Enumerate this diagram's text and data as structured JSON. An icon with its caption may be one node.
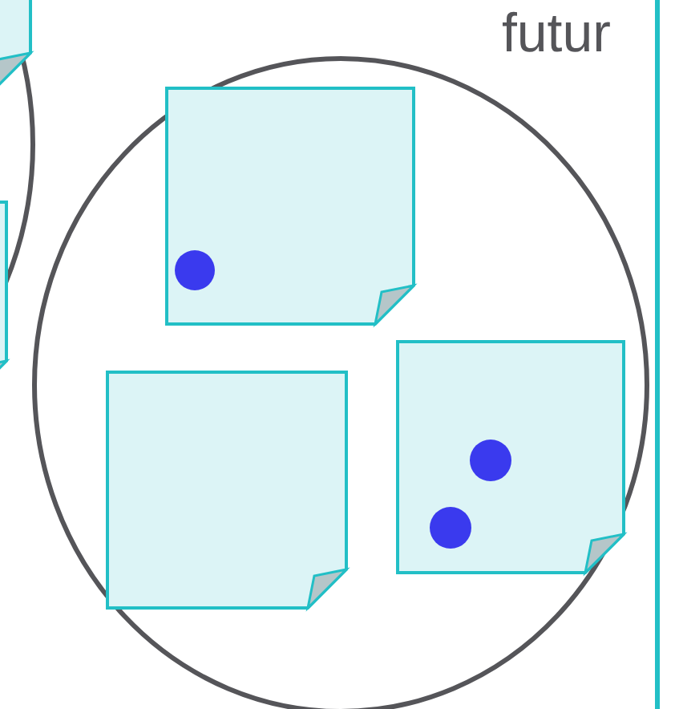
{
  "diagram": {
    "nodes": [
      {
        "text": [],
        "shape": "circle"
      },
      {
        "text": [],
        "shape": "box",
        "in": 0
      },
      {
        "text": [],
        "shape": "box",
        "in": 0
      },
      {
        "text": [],
        "shape": "circle"
      },
      {
        "text": [],
        "shape": "box",
        "in": 3
      },
      {
        "text": [],
        "shape": "circle",
        "in": 4
      },
      {
        "text": [],
        "shape": "box",
        "in": 3
      },
      {
        "text": [],
        "shape": "box",
        "in": 3
      },
      {
        "text": [],
        "shape": "circle",
        "in": 7
      },
      {
        "text": [],
        "shape": "circle",
        "in": 7
      }
    ],
    "labels": [
      "futur"
    ]
  }
}
